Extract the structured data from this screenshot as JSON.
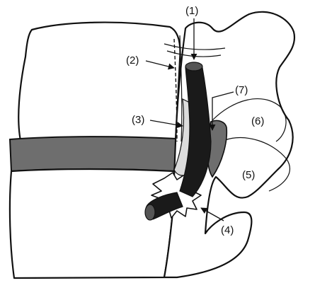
{
  "diagram": {
    "labels": {
      "l1": "(1)",
      "l2": "(2)",
      "l3": "(3)",
      "l4": "(4)",
      "l5": "(5)",
      "l6": "(6)",
      "l7": "(7)"
    },
    "colors": {
      "outline": "#111111",
      "disc": "#6e6e6e",
      "nerve_root": "#1a1a1a",
      "background": "#ffffff"
    }
  }
}
